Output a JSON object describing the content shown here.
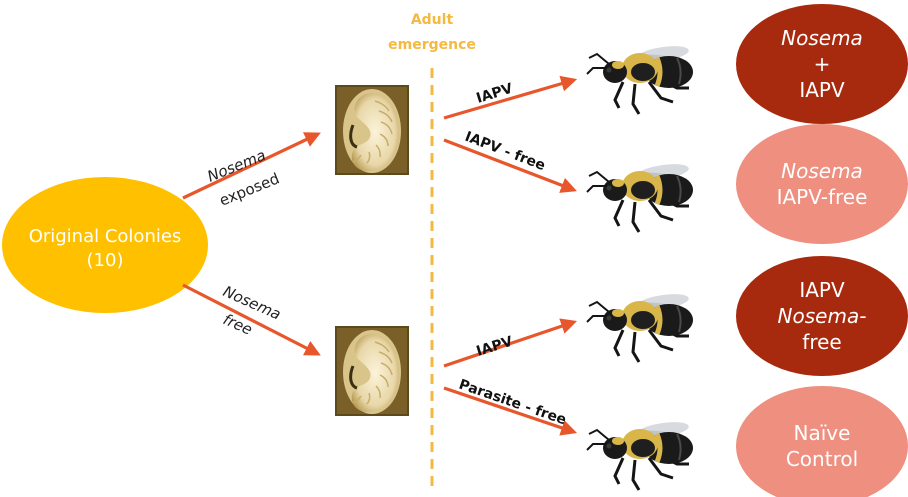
{
  "colors": {
    "origin": "#FFC000",
    "arrow": "#E8562B",
    "emergence": "#F5B942",
    "dark_outcome": "#A82A0E",
    "light_outcome": "#EE8F7F",
    "larva_bg": "#5C4A1C",
    "bee_body": "#1a1a1a",
    "bee_hair": "#D9B64A"
  },
  "emergence": {
    "line1": "Adult",
    "line2": "emergence"
  },
  "origin": {
    "line1": "Original Colonies",
    "line2": "(10)"
  },
  "branches": {
    "exposed_top": "Nosema",
    "exposed_bottom": "exposed",
    "free_top": "Nosema",
    "free_bottom": "free"
  },
  "treatments": {
    "t1": "IAPV",
    "t2": "IAPV - free",
    "t3": "IAPV",
    "t4": "Parasite - free"
  },
  "outcomes": [
    {
      "lines": [
        "Nosema",
        "+",
        "IAPV"
      ],
      "italic": [
        true,
        false,
        false
      ],
      "tone": "dark"
    },
    {
      "lines": [
        "Nosema",
        "IAPV-free"
      ],
      "italic": [
        true,
        false
      ],
      "tone": "light"
    },
    {
      "lines": [
        "IAPV",
        "Nosema-",
        "free"
      ],
      "italic": [
        false,
        true,
        false
      ],
      "tone": "dark"
    },
    {
      "lines": [
        "Naïve",
        "Control"
      ],
      "italic": [
        false,
        false
      ],
      "tone": "light"
    }
  ],
  "icons": [
    "larva-cell-image",
    "bumblebee-image"
  ]
}
